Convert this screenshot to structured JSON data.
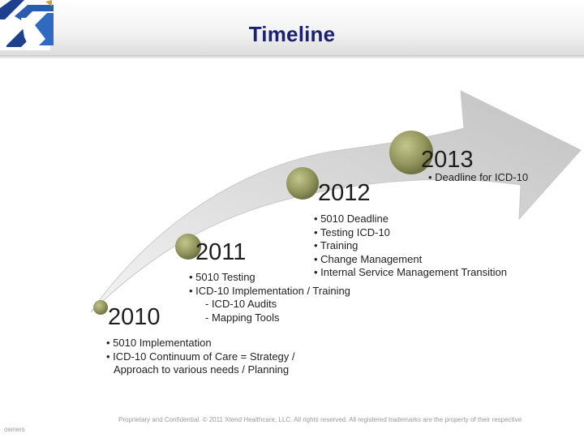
{
  "slide": {
    "title": "Timeline",
    "colors": {
      "title": "#1b2170",
      "arrow": "#c6c6c6",
      "milestone": "#8b8f55"
    }
  },
  "timeline": [
    {
      "year": "2010",
      "items": [
        "• 5010 Implementation",
        "• ICD-10 Continuum of Care = Strategy /",
        "Approach to various needs / Planning"
      ]
    },
    {
      "year": "2011",
      "items": [
        "• 5010 Testing",
        "• ICD-10  Implementation / Training",
        "- ICD-10 Audits",
        "- Mapping Tools"
      ]
    },
    {
      "year": "2012",
      "items": [
        "• 5010 Deadline",
        "• Testing ICD-10",
        "• Training",
        "• Change Management",
        "• Internal Service Management Transition"
      ]
    },
    {
      "year": "2013",
      "items": [
        "• Deadline for ICD-10"
      ]
    }
  ],
  "footer": {
    "line1": "Proprietary and Confidential. © 2011 Xtend Healthcare, LLC. All rights reserved. All registered trademarks are the property of their respective",
    "line2": "owners"
  },
  "logo": {
    "icon": "xtend-x-logo"
  }
}
